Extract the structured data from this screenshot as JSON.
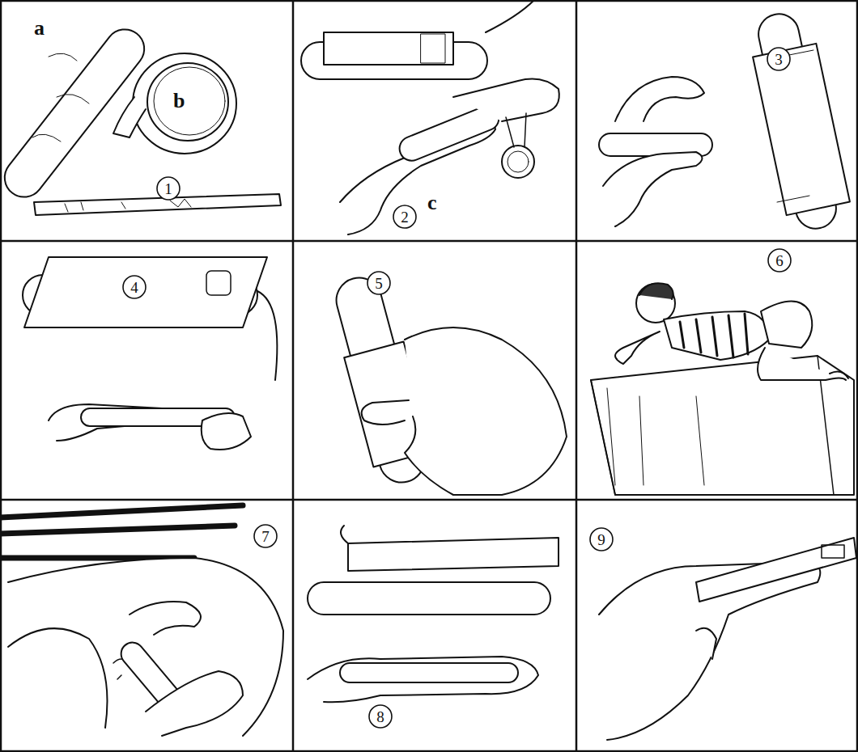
{
  "diagram": {
    "nodes": [
      {
        "text": [
          "1"
        ]
      },
      {
        "text": [
          "2"
        ]
      },
      {
        "text": [
          "3"
        ]
      },
      {
        "text": [
          "4"
        ]
      },
      {
        "text": [
          "5"
        ]
      },
      {
        "text": [
          "6"
        ]
      },
      {
        "text": [
          "7"
        ]
      },
      {
        "text": [
          "8"
        ]
      },
      {
        "text": [
          "9"
        ]
      }
    ],
    "labels": [
      "a",
      "b",
      "c"
    ]
  }
}
